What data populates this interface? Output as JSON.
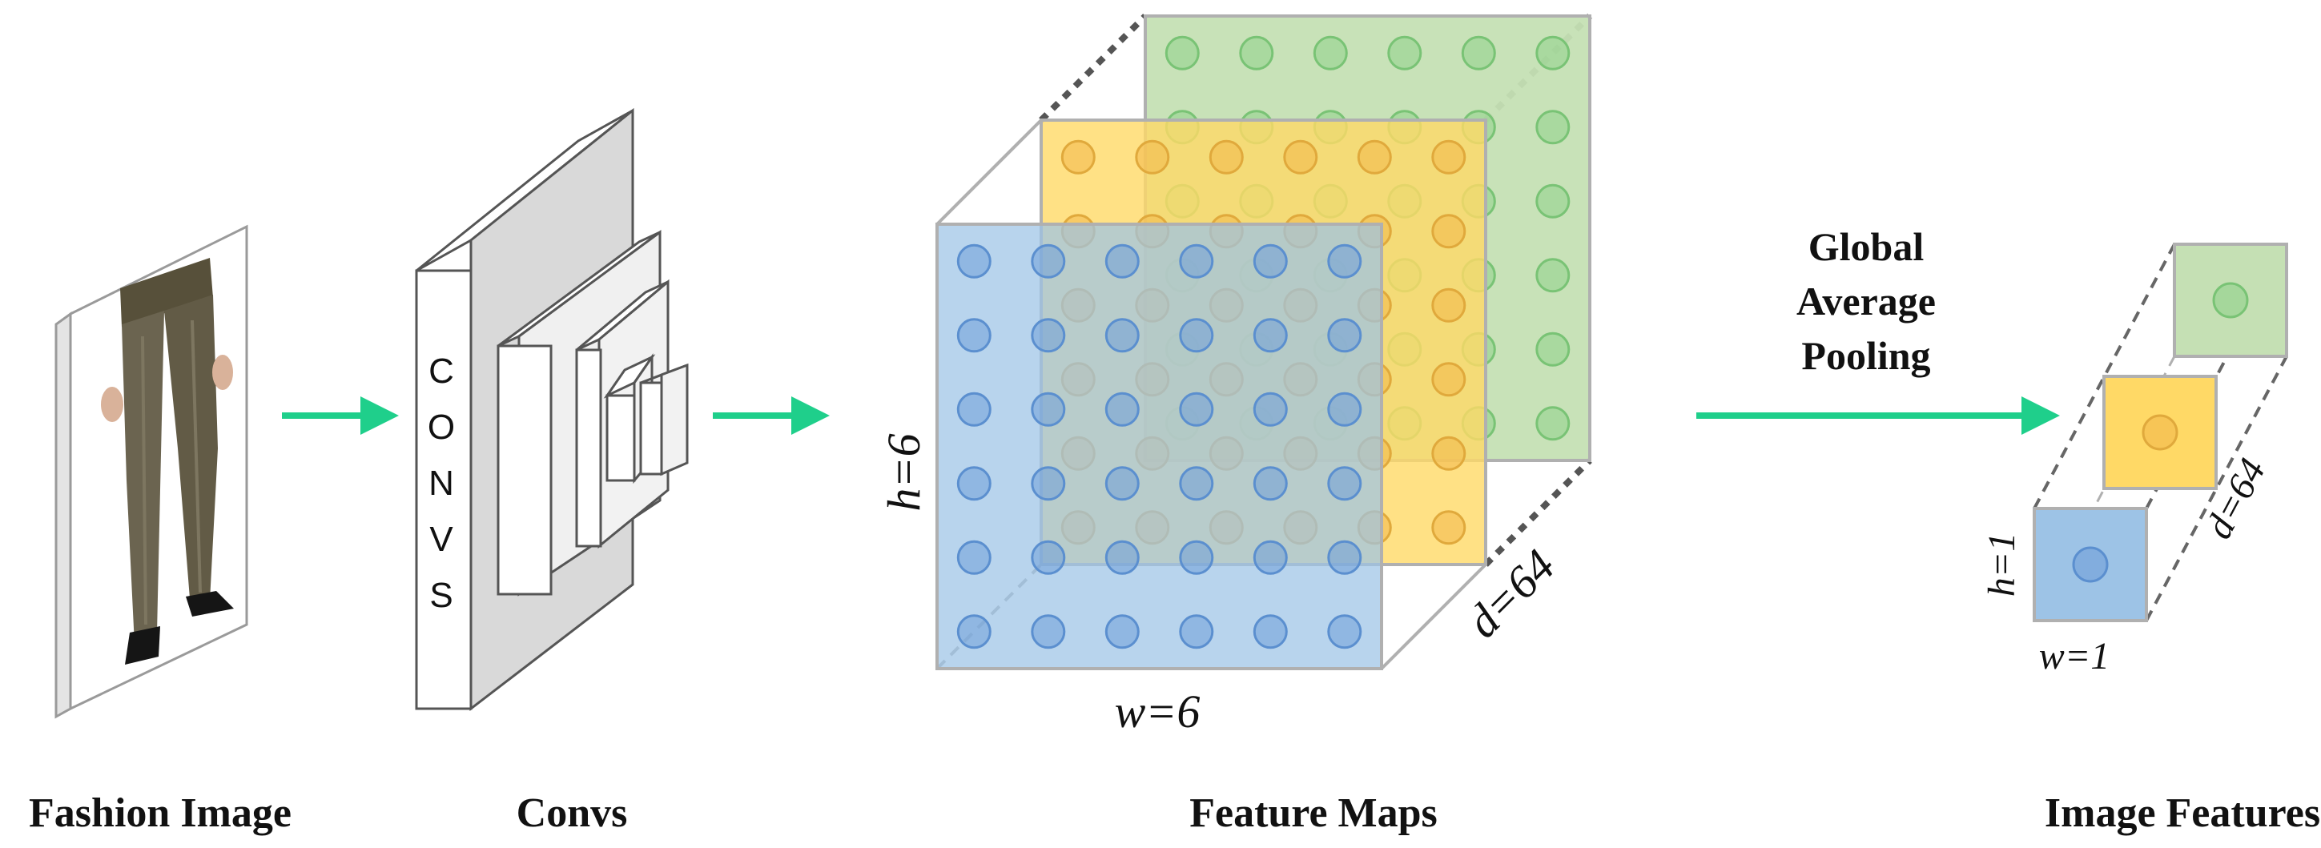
{
  "diagram": {
    "captions": {
      "fashion_image": "Fashion Image",
      "convs": "Convs",
      "feature_maps": "Feature Maps",
      "image_features": "Image Features"
    },
    "convs_block_letters": [
      "C",
      "O",
      "N",
      "V",
      "S"
    ],
    "pooling_label": [
      "Global",
      "Average",
      "Pooling"
    ],
    "feature_map_dims": {
      "h": "h=6",
      "w": "w=6",
      "d": "d=64"
    },
    "image_feature_dims": {
      "h": "h=1",
      "w": "w=1",
      "d": "d=64"
    },
    "feature_map_grid": {
      "rows": 6,
      "cols": 6
    },
    "colors": {
      "arrow": "#1fcf8b",
      "blue_layer": "#9dc3e6",
      "blue_dot": "#6f9fd8",
      "yellow_layer": "#ffd966",
      "yellow_dot": "#f2b84b",
      "green_layer": "#c5e0b4",
      "green_dot": "#8fd18b",
      "outline": "#b0b0b0"
    }
  }
}
